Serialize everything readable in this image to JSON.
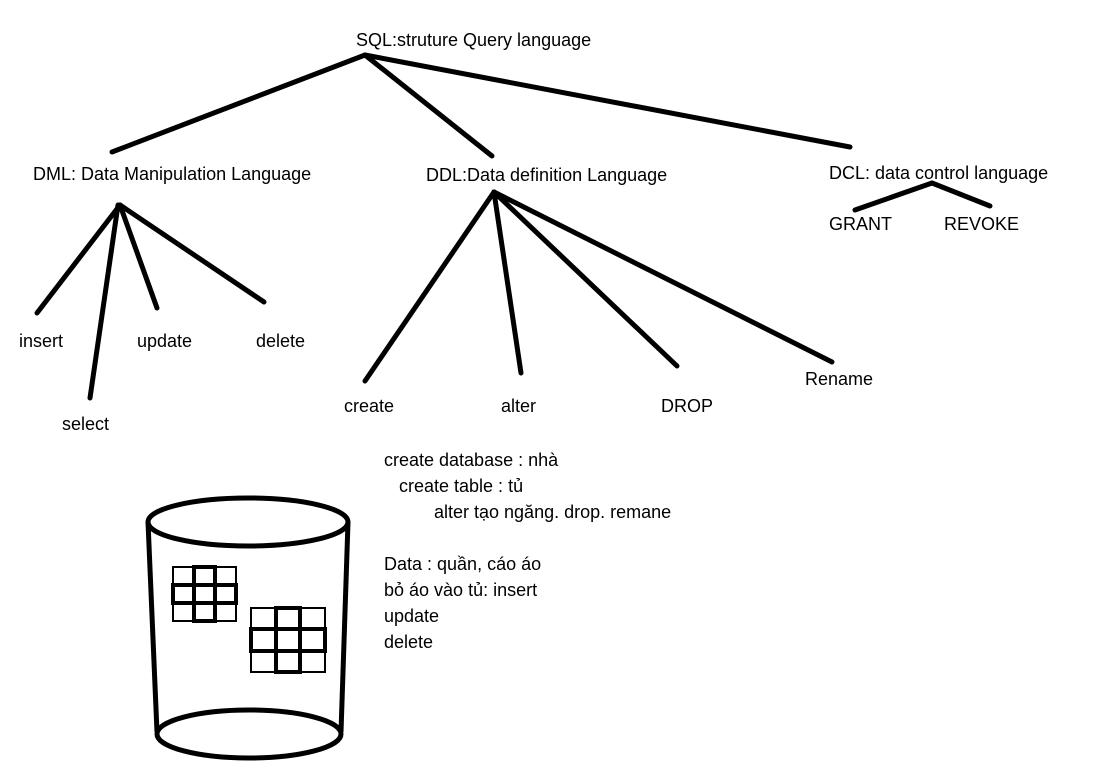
{
  "root": {
    "label": "SQL:struture Query language"
  },
  "categories": {
    "dml": {
      "label": "DML: Data Manipulation Language",
      "commands": {
        "insert": "insert",
        "select": "select",
        "update": "update",
        "delete": "delete"
      }
    },
    "ddl": {
      "label": "DDL:Data definition Language",
      "commands": {
        "create": "create",
        "alter": "alter",
        "drop": "DROP",
        "rename": "Rename"
      }
    },
    "dcl": {
      "label": "DCL: data control language",
      "commands": {
        "grant": "GRANT",
        "revoke": "REVOKE"
      }
    }
  },
  "notes": {
    "line1": "create database : nhà",
    "line2": "create table : tủ",
    "line3": "alter tạo ngăng. drop. remane",
    "line4": "Data : quần, cáo áo",
    "line5": "bỏ áo vào tủ: insert",
    "line6": "update",
    "line7": "delete"
  },
  "style": {
    "ink": "#000000",
    "paper": "#ffffff"
  }
}
